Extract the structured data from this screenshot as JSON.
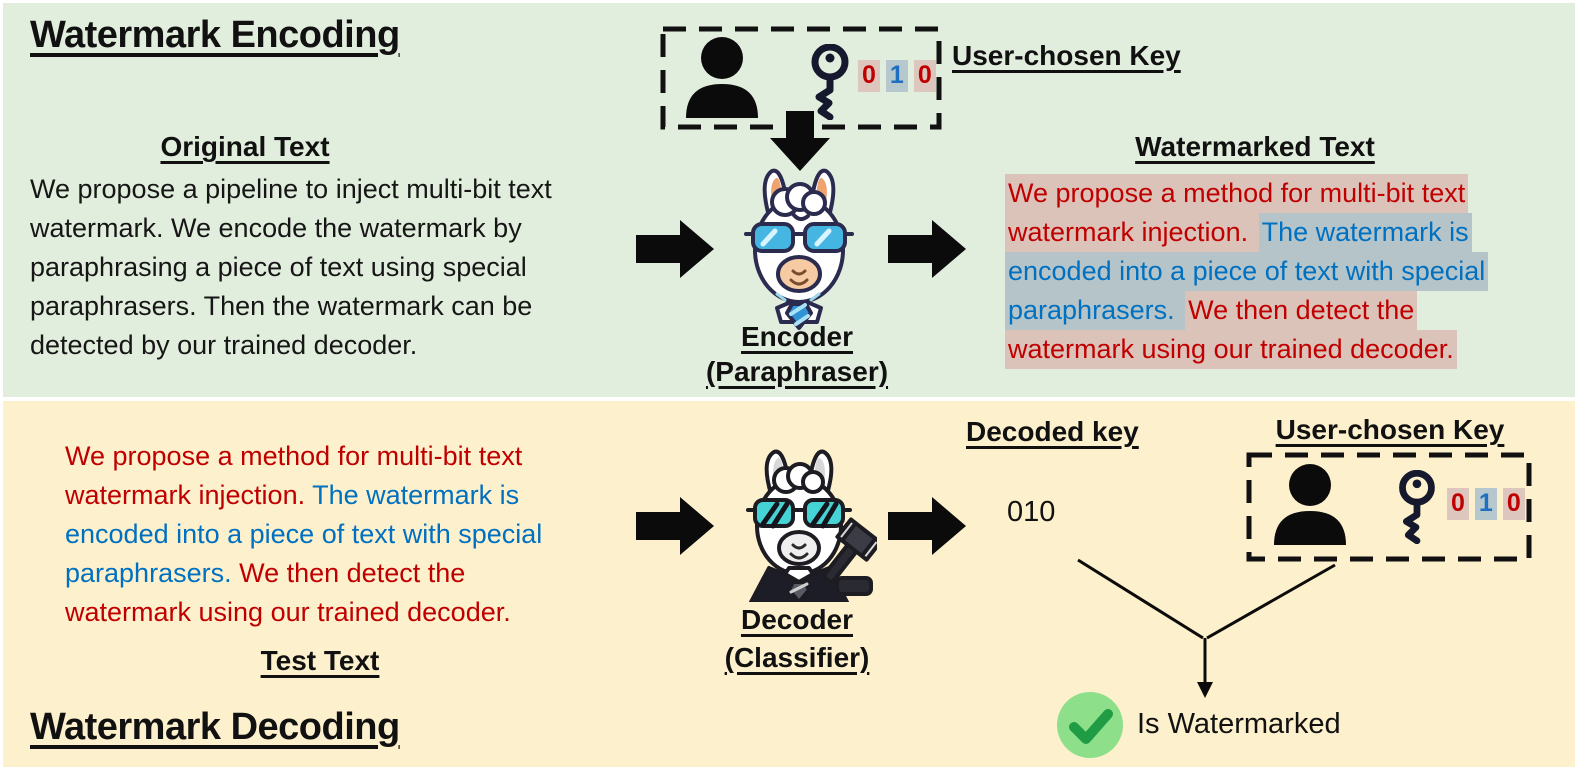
{
  "figure": {
    "encoding_panel": {
      "title": "Watermark Encoding",
      "original_text": {
        "heading": "Original Text",
        "lines": [
          [
            {
              "t": "We propose a pipeline to inject multi-bit text",
              "c": "black"
            }
          ],
          [
            {
              "t": "watermark. We encode the watermark by",
              "c": "black"
            }
          ],
          [
            {
              "t": "paraphrasing a piece of text using special",
              "c": "black"
            }
          ],
          [
            {
              "t": "paraphrasers. Then the watermark can be",
              "c": "black"
            }
          ],
          [
            {
              "t": "detected by our trained decoder.",
              "c": "black"
            }
          ]
        ]
      },
      "user_key": {
        "label": "User-chosen Key",
        "digits": [
          {
            "t": "0",
            "c": "red",
            "hl": true
          },
          {
            "t": "1",
            "c": "blue",
            "hl": true
          },
          {
            "t": "0",
            "c": "red",
            "hl": true
          }
        ]
      },
      "encoder": {
        "name": "Encoder",
        "role": "(Paraphraser)"
      },
      "watermarked_text": {
        "heading": "Watermarked Text",
        "lines": [
          [
            {
              "t": "We propose a method for multi-bit text",
              "c": "red",
              "hl": true
            }
          ],
          [
            {
              "t": "watermark injection. ",
              "c": "red",
              "hl": true
            },
            {
              "t": "The watermark is",
              "c": "blue",
              "hl": true
            }
          ],
          [
            {
              "t": "encoded into a piece of text with special",
              "c": "blue",
              "hl": true
            }
          ],
          [
            {
              "t": "paraphrasers. ",
              "c": "blue",
              "hl": true
            },
            {
              "t": "We then detect the",
              "c": "red",
              "hl": true
            }
          ],
          [
            {
              "t": "watermark using our trained decoder.",
              "c": "red",
              "hl": true
            }
          ]
        ]
      }
    },
    "decoding_panel": {
      "title": "Watermark Decoding",
      "test_text": {
        "heading": "Test Text",
        "lines": [
          [
            {
              "t": "We propose a method for multi-bit text",
              "c": "red"
            }
          ],
          [
            {
              "t": "watermark injection. ",
              "c": "red"
            },
            {
              "t": "The watermark is",
              "c": "blue"
            }
          ],
          [
            {
              "t": "encoded into a piece of text with special",
              "c": "blue"
            }
          ],
          [
            {
              "t": "paraphrasers. ",
              "c": "blue"
            },
            {
              "t": "We then detect the",
              "c": "red"
            }
          ],
          [
            {
              "t": "watermark using our trained decoder.",
              "c": "red"
            }
          ]
        ]
      },
      "decoder": {
        "name": "Decoder",
        "role": "(Classifier)"
      },
      "decoded_key": {
        "label": "Decoded key",
        "digits": [
          {
            "t": "0",
            "c": "red"
          },
          {
            "t": "1",
            "c": "blue"
          },
          {
            "t": "0",
            "c": "red"
          }
        ]
      },
      "user_key": {
        "label": "User-chosen Key",
        "digits": [
          {
            "t": "0",
            "c": "red",
            "hl": true
          },
          {
            "t": "1",
            "c": "blue",
            "hl": true
          },
          {
            "t": "0",
            "c": "red",
            "hl": true
          }
        ]
      },
      "result": {
        "label": "Is Watermarked"
      }
    },
    "colors": {
      "red_text": "#c00000",
      "blue_text": "#0070c0",
      "red_highlight": "#dcc3b9",
      "blue_highlight": "#b4c4c9",
      "encoding_bg": "#e2eedd",
      "decoding_bg": "#fdf0cc",
      "check_circle_fill": "#8ddf8a",
      "check_mark": "#1f9c44"
    }
  }
}
